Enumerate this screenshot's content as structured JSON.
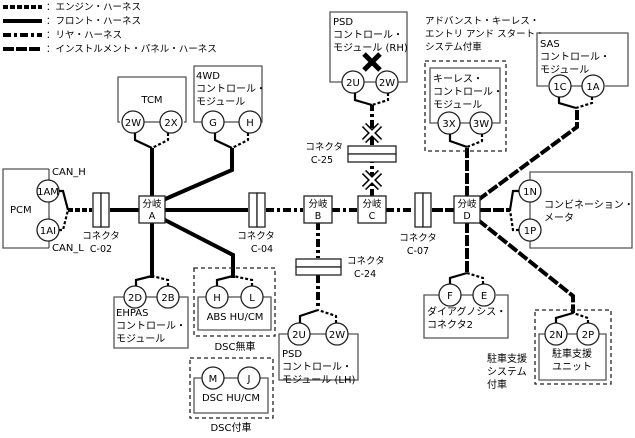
{
  "legend": [
    {
      "style": "engine",
      "label": "：エンジン・ハーネス"
    },
    {
      "style": "front",
      "label": "：フロント・ハーネス"
    },
    {
      "style": "rear",
      "label": "：リヤ・ハーネス"
    },
    {
      "style": "instrument",
      "label": "：インストルメント・パネル・ハーネス"
    }
  ],
  "modules": {
    "pcm": {
      "name": "PCM",
      "pins": [
        "1AM",
        "1AI"
      ],
      "can_h": "CAN_H",
      "can_l": "CAN_L"
    },
    "tcm": {
      "name": "TCM",
      "pins": [
        "2W",
        "2X"
      ]
    },
    "awd": {
      "lines": [
        "4WD",
        "コントロール・",
        "モジュール"
      ],
      "pins": [
        "G",
        "H"
      ]
    },
    "psd_rh": {
      "lines": [
        "PSD",
        "コントロール・",
        "モジュール (RH)"
      ],
      "pins": [
        "2U",
        "2W"
      ],
      "status_icon": "x-mark-icon"
    },
    "keyless": {
      "lines": [
        "キーレス・",
        "コントロール・",
        "モジュール"
      ],
      "pins": [
        "3X",
        "3W"
      ],
      "group_label": [
        "アドバンスト・キーレス・",
        "エントリ アンド スタート・",
        "システム付車"
      ]
    },
    "sas": {
      "lines": [
        "SAS",
        "コントロール・",
        "モジュール"
      ],
      "pins": [
        "1C",
        "1A"
      ]
    },
    "combi": {
      "lines": [
        "コンビネーション・",
        "メータ"
      ],
      "pins": [
        "1N",
        "1P"
      ]
    },
    "ehpas": {
      "lines": [
        "EHPAS",
        "コントロール・",
        "モジュール"
      ],
      "pins": [
        "2D",
        "2B"
      ]
    },
    "abs": {
      "name": "ABS HU/CM",
      "pins": [
        "H",
        "L"
      ],
      "group_label": "DSC無車"
    },
    "dsc": {
      "name": "DSC HU/CM",
      "pins": [
        "M",
        "J"
      ],
      "group_label": "DSC付車"
    },
    "psd_lh": {
      "lines": [
        "PSD",
        "コントロール・",
        "モジュール (LH)"
      ],
      "pins": [
        "2U",
        "2W"
      ]
    },
    "diag": {
      "lines": [
        "ダイアグノシス・",
        "コネクタ2"
      ],
      "pins": [
        "F",
        "E"
      ]
    },
    "park": {
      "lines": [
        "駐車支援",
        "ユニット"
      ],
      "pins": [
        "2N",
        "2P"
      ],
      "group_label": [
        "駐車支援",
        "システム",
        "付車"
      ]
    }
  },
  "branches": [
    {
      "id": "A",
      "label": "分岐",
      "letter": "A"
    },
    {
      "id": "B",
      "label": "分岐",
      "letter": "B"
    },
    {
      "id": "C",
      "label": "分岐",
      "letter": "C"
    },
    {
      "id": "D",
      "label": "分岐",
      "letter": "D"
    }
  ],
  "connectors": [
    {
      "id": "C-02",
      "label": "コネクタ",
      "code": "C-02"
    },
    {
      "id": "C-04",
      "label": "コネクタ",
      "code": "C-04"
    },
    {
      "id": "C-07",
      "label": "コネクタ",
      "code": "C-07"
    },
    {
      "id": "C-24",
      "label": "コネクタ",
      "code": "C-24"
    },
    {
      "id": "C-25",
      "label": "コネクタ",
      "code": "C-25"
    }
  ]
}
